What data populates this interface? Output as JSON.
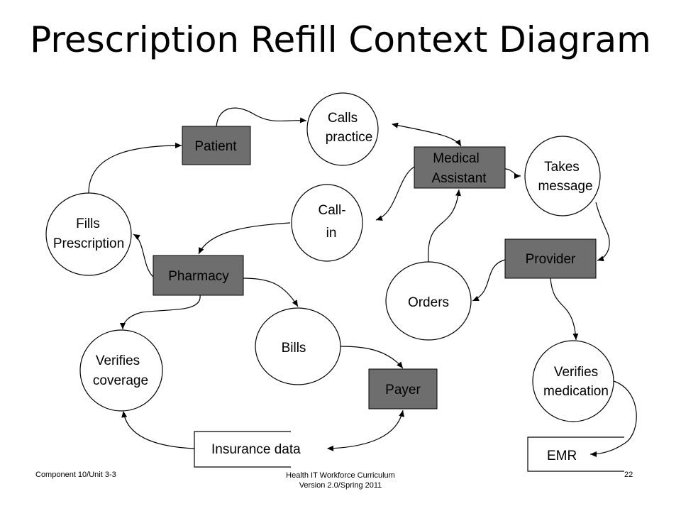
{
  "title": "Prescription Refill Context Diagram",
  "entities": {
    "patient": "Patient",
    "medical_assistant": [
      "Medical",
      "Assistant"
    ],
    "provider": "Provider",
    "pharmacy": "Pharmacy",
    "payer": "Payer"
  },
  "processes": {
    "calls_practice": [
      "Calls",
      "practice"
    ],
    "takes_message": [
      "Takes",
      "message"
    ],
    "call_in": [
      "Call-",
      "in"
    ],
    "fills_prescription": [
      "Fills",
      "Prescription"
    ],
    "orders": "Orders",
    "bills": "Bills",
    "verifies_coverage": [
      "Verifies",
      "coverage"
    ],
    "verifies_medication": [
      "Verifies",
      "medication"
    ]
  },
  "data_stores": {
    "insurance_data": "Insurance data",
    "emr": "EMR"
  },
  "footer": {
    "left": "Component 10/Unit 3-3",
    "center_line1": "Health IT Workforce Curriculum",
    "center_line2": "Version 2.0/Spring 2011",
    "page": "22"
  },
  "colors": {
    "entity_fill": "#6e6e6e",
    "process_fill": "#ffffff",
    "stroke": "#000000"
  }
}
